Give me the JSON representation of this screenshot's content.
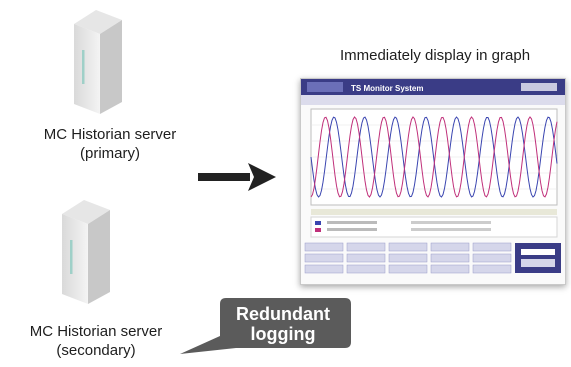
{
  "servers": {
    "primary": {
      "name": "MC Historian server",
      "role": "(primary)"
    },
    "secondary": {
      "name": "MC Historian server",
      "role": "(secondary)"
    }
  },
  "display": {
    "caption": "Immediately display in graph",
    "screenshot_title": "TS Monitor System"
  },
  "callout": {
    "line1": "Redundant",
    "line2": "logging"
  },
  "colors": {
    "bubble": "#5b5b5b",
    "arrow": "#222222",
    "wave_blue": "#3a45b0",
    "wave_pink": "#c0307a",
    "header_navy": "#3a3c86"
  }
}
